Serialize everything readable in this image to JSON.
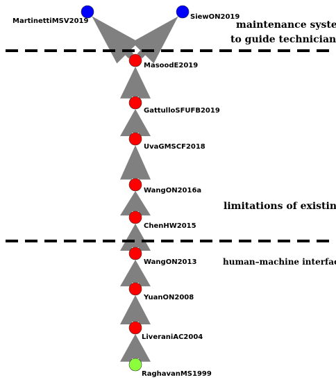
{
  "colors": {
    "leaf": "#0000ff",
    "intermediate": "#ff0000",
    "root": "#8cff3c",
    "edge": "#808080",
    "separator": "#000000"
  },
  "nodes": [
    {
      "id": "MartinettiMSV2019",
      "label": "MartinettiMSV2019",
      "type": "leaf"
    },
    {
      "id": "SiewON2019",
      "label": "SiewON2019",
      "type": "leaf"
    },
    {
      "id": "MasoodE2019",
      "label": "MasoodE2019",
      "type": "intermediate"
    },
    {
      "id": "GattulloSFUFB2019",
      "label": "GattulloSFUFB2019",
      "type": "intermediate"
    },
    {
      "id": "UvaGMSCF2018",
      "label": "UvaGMSCF2018",
      "type": "intermediate"
    },
    {
      "id": "WangON2016a",
      "label": "WangON2016a",
      "type": "intermediate"
    },
    {
      "id": "ChenHW2015",
      "label": "ChenHW2015",
      "type": "intermediate"
    },
    {
      "id": "WangON2013",
      "label": "WangON2013",
      "type": "intermediate"
    },
    {
      "id": "YuanON2008",
      "label": "YuanON2008",
      "type": "intermediate"
    },
    {
      "id": "LiveraniAC2004",
      "label": "LiveraniAC2004",
      "type": "intermediate"
    },
    {
      "id": "RaghavanMS1999",
      "label": "RaghavanMS1999",
      "type": "root"
    }
  ],
  "edges": [
    {
      "from": "RaghavanMS1999",
      "to": "LiveraniAC2004"
    },
    {
      "from": "LiveraniAC2004",
      "to": "YuanON2008"
    },
    {
      "from": "YuanON2008",
      "to": "WangON2013"
    },
    {
      "from": "WangON2013",
      "to": "ChenHW2015"
    },
    {
      "from": "ChenHW2015",
      "to": "WangON2016a"
    },
    {
      "from": "WangON2016a",
      "to": "UvaGMSCF2018"
    },
    {
      "from": "UvaGMSCF2018",
      "to": "GattulloSFUFB2019"
    },
    {
      "from": "GattulloSFUFB2019",
      "to": "MasoodE2019"
    },
    {
      "from": "MasoodE2019",
      "to": "MartinettiMSV2019"
    },
    {
      "from": "MasoodE2019",
      "to": "SiewON2019"
    }
  ],
  "topics": {
    "top_line1": "maintenance system",
    "top_line2": "to guide technicians",
    "middle": "limitations of existing",
    "bottom": "human–machine interface"
  }
}
